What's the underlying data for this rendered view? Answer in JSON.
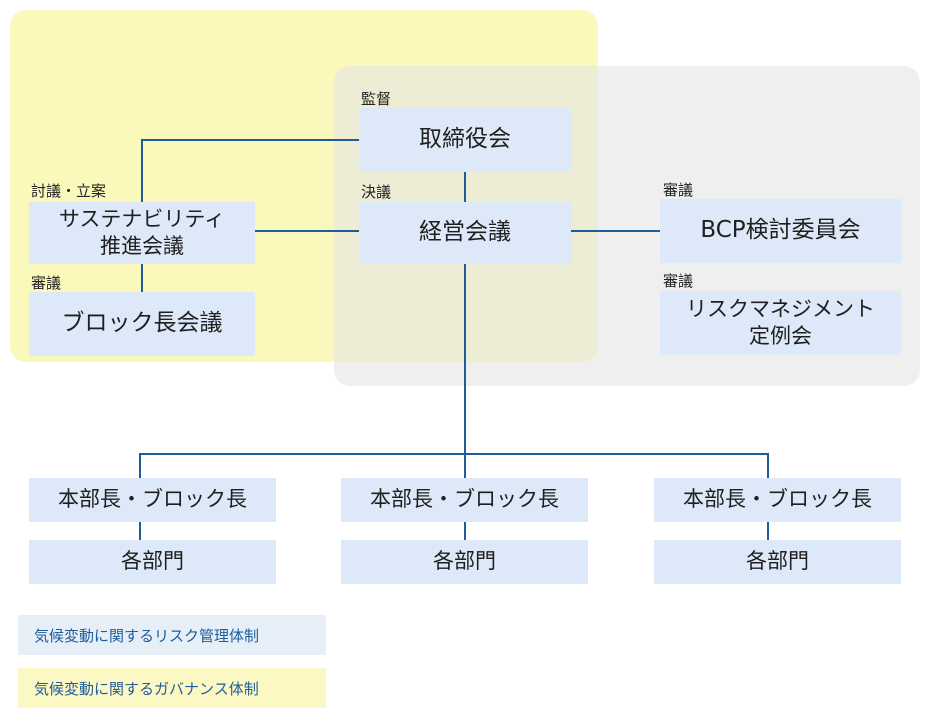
{
  "diagram": {
    "nodes": {
      "board": "取締役会",
      "management": "経営会議",
      "sustainability": "サステナビリティ\n推進会議",
      "block_heads": "ブロック長会議",
      "bcp": "BCP検討委員会",
      "risk_mgmt": "リスクマネジメント\n定例会",
      "division_heads": [
        "本部長・ブロック長",
        "本部長・ブロック長",
        "本部長・ブロック長"
      ],
      "departments": [
        "各部門",
        "各部門",
        "各部門"
      ]
    },
    "role_labels": {
      "board": "監督",
      "management": "決議",
      "sustainability": "討議・立案",
      "block_heads": "審議",
      "bcp": "審議",
      "risk_mgmt": "審議"
    },
    "colors": {
      "node_fill": "#dde9f8",
      "line": "#1f5c9a",
      "governance_region": "#faf7af",
      "risk_region": "#e4e4e4"
    }
  },
  "legend": {
    "risk": "気候変動に関するリスク管理体制",
    "governance": "気候変動に関するガバナンス体制"
  }
}
